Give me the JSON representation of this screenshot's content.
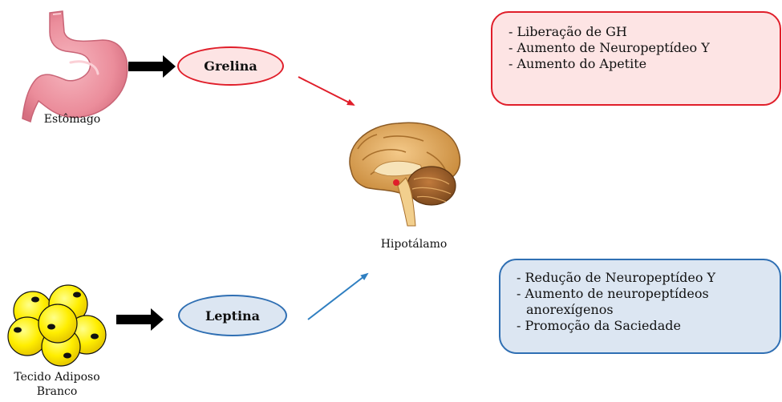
{
  "organs": {
    "stomach_label": "Estômago",
    "adipose_label_line1": "Tecido Adiposo",
    "adipose_label_line2": "Branco",
    "brain_label": "Hipotálamo"
  },
  "hormones": {
    "ghrelin": "Grelina",
    "leptin": "Leptina"
  },
  "effects": {
    "ghrelin": [
      "- Liberação de GH",
      "- Aumento de Neuropeptídeo Y",
      "- Aumento do Apetite"
    ],
    "leptin": [
      "- Redução de Neuropeptídeo Y",
      "- Aumento de neuropeptídeos",
      "anorexígenos",
      "- Promoção da Saciedade"
    ]
  },
  "colors": {
    "ghrelin_border": "#e01e2a",
    "ghrelin_fill": "#fde4e4",
    "leptin_border": "#2f6fb3",
    "leptin_fill": "#dce6f2",
    "black_arrow": "#000000",
    "red_arrow": "#e01e2a",
    "blue_arrow": "#2f7fc1"
  },
  "icons": {
    "stomach": "stomach-icon",
    "fat_cells": "fat-cells-icon",
    "brain": "brain-icon"
  }
}
